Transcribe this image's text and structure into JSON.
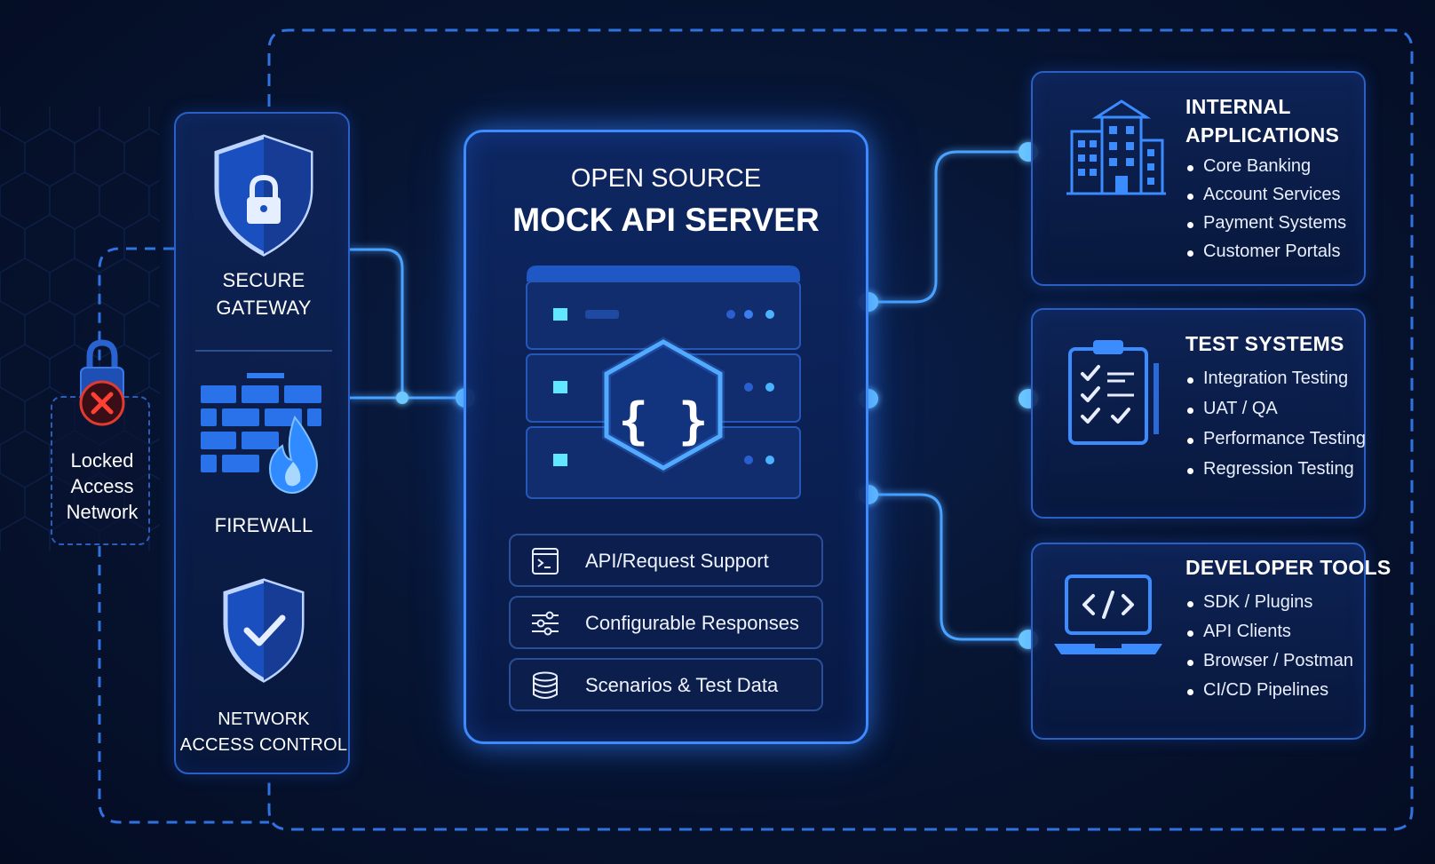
{
  "security": {
    "gateway_label": [
      "SECURE",
      "GATEWAY"
    ],
    "firewall_label": "FIREWALL",
    "nac_label": [
      "NETWORK",
      "ACCESS CONTROL"
    ]
  },
  "locked_network": {
    "label": [
      "Locked",
      "Access",
      "Network"
    ]
  },
  "server": {
    "title_line1": "OPEN SOURCE",
    "title_line2": "MOCK API SERVER",
    "emblem": "{ }",
    "features": [
      {
        "icon": "terminal-icon",
        "label": "API/Request Support"
      },
      {
        "icon": "sliders-icon",
        "label": "Configurable Responses"
      },
      {
        "icon": "database-icon",
        "label": "Scenarios & Test Data"
      }
    ]
  },
  "targets": [
    {
      "icon": "buildings-icon",
      "title": [
        "INTERNAL",
        "APPLICATIONS"
      ],
      "items": [
        "Core Banking",
        "Account Services",
        "Payment Systems",
        "Customer Portals"
      ]
    },
    {
      "icon": "clipboard-checklist-icon",
      "title": [
        "TEST SYSTEMS"
      ],
      "items": [
        "Integration Testing",
        "UAT / QA",
        "Performance Testing",
        "Regression Testing"
      ]
    },
    {
      "icon": "laptop-code-icon",
      "title": [
        "DEVELOPER TOOLS"
      ],
      "items": [
        "SDK / Plugins",
        "API Clients",
        "Browser / Postman",
        "CI/CD Pipelines"
      ]
    }
  ],
  "colors": {
    "accent": "#3d8bff",
    "glow": "#5ab4ff",
    "node": "#6cc8ff",
    "alert": "#e23a2e"
  }
}
